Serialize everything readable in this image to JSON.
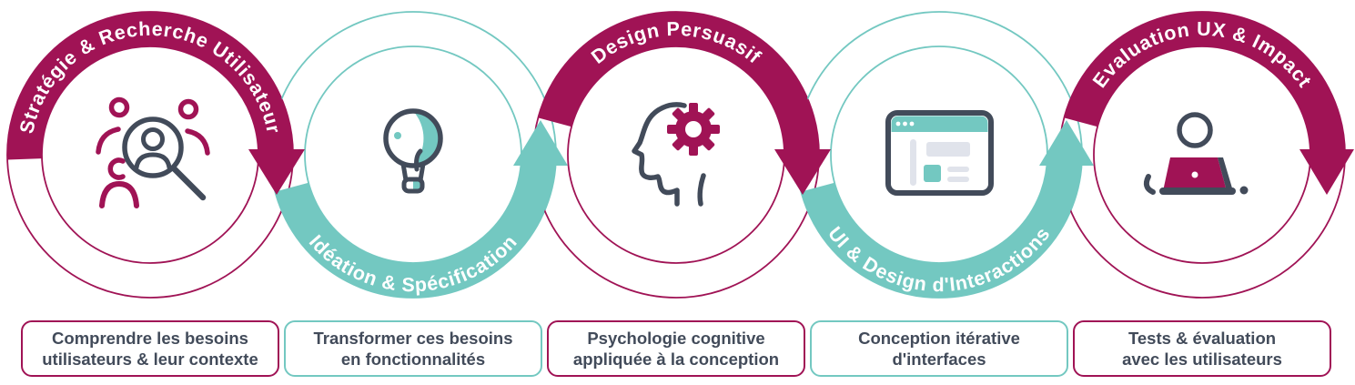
{
  "colors": {
    "magenta": "#A01355",
    "teal": "#73C8C1",
    "slate_text": "#424B5A",
    "light_gray": "#E0E3EB",
    "background": "#FFFFFF"
  },
  "stages": [
    {
      "arc_label": "Stratégie & Recherche Utilisateur",
      "arc_color": "#A01355",
      "arc_position": "top",
      "icon": "user-research-icon",
      "caption": {
        "line1": "Comprendre les besoins",
        "line2": "utilisateurs & leur contexte",
        "border_color": "#A01355"
      }
    },
    {
      "arc_label": "Idéation & Spécification",
      "arc_color": "#73C8C1",
      "arc_position": "bottom",
      "icon": "lightbulb-icon",
      "caption": {
        "line1": "Transformer ces besoins",
        "line2": "en fonctionnalités",
        "border_color": "#73C8C1"
      }
    },
    {
      "arc_label": "Design Persuasif",
      "arc_color": "#A01355",
      "arc_position": "top",
      "icon": "head-gear-icon",
      "caption": {
        "line1": "Psychologie cognitive",
        "line2": "appliquée à la conception",
        "border_color": "#A01355"
      }
    },
    {
      "arc_label": "UI & Design d'Interactions",
      "arc_color": "#73C8C1",
      "arc_position": "bottom",
      "icon": "browser-window-icon",
      "caption": {
        "line1": "Conception itérative",
        "line2": "d'interfaces",
        "border_color": "#73C8C1"
      }
    },
    {
      "arc_label": "Evaluation UX & Impact",
      "arc_color": "#A01355",
      "arc_position": "top",
      "icon": "user-at-laptop-icon",
      "caption": {
        "line1": "Tests & évaluation",
        "line2": "avec les utilisateurs",
        "border_color": "#A01355"
      }
    }
  ]
}
